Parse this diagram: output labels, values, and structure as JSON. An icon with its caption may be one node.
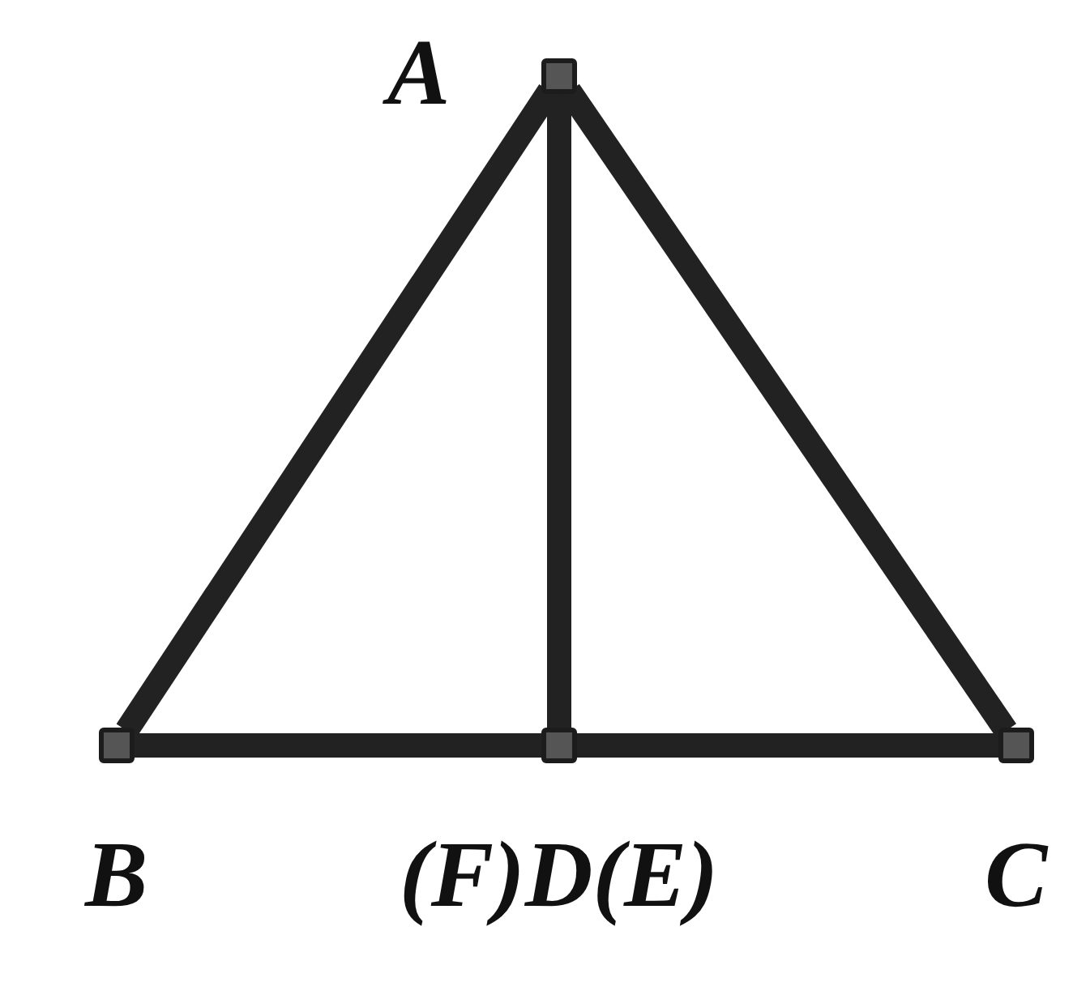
{
  "diagram": {
    "nodes": [
      {
        "text": [],
        "shape": "box",
        "beside": [
          "A"
        ]
      },
      {
        "text": [],
        "shape": "box",
        "beside": [
          "B"
        ]
      },
      {
        "text": [],
        "shape": "box",
        "beside": [
          "(F)D(E)"
        ]
      },
      {
        "text": [],
        "shape": "box",
        "beside": [
          "C"
        ]
      }
    ],
    "edges": [
      {
        "from": 0,
        "to": 1,
        "arrow": "none"
      },
      {
        "from": 0,
        "to": 2,
        "arrow": "none"
      },
      {
        "from": 0,
        "to": 3,
        "arrow": "none"
      },
      {
        "from": 1,
        "to": 2,
        "arrow": "none"
      },
      {
        "from": 2,
        "to": 3,
        "arrow": "none"
      }
    ]
  }
}
